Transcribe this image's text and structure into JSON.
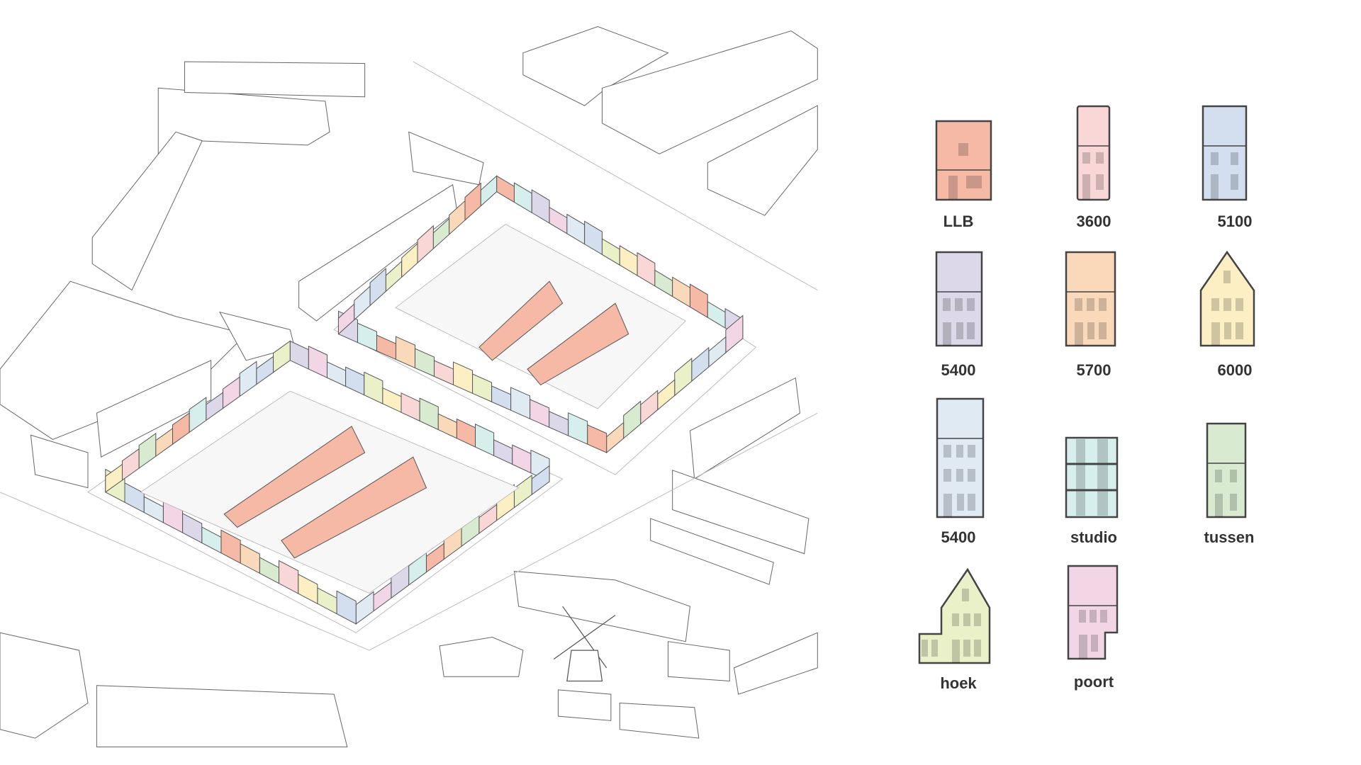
{
  "legend": [
    {
      "label": "LLB",
      "color": "#f5b9a6"
    },
    {
      "label": "3600",
      "color": "#f9d7d6"
    },
    {
      "label": "5100",
      "color": "#d3deee"
    },
    {
      "label": "5400",
      "color": "#dcd8ea"
    },
    {
      "label": "5700",
      "color": "#fad9bb"
    },
    {
      "label": "6000",
      "color": "#fcefc3"
    },
    {
      "label": "5400",
      "color": "#dfeaf3"
    },
    {
      "label": "studio",
      "color": "#d7efec"
    },
    {
      "label": "tussen",
      "color": "#d8ebd1"
    },
    {
      "label": "hoek",
      "color": "#eaf1c8"
    },
    {
      "label": "poort",
      "color": "#f2d6e6"
    }
  ]
}
